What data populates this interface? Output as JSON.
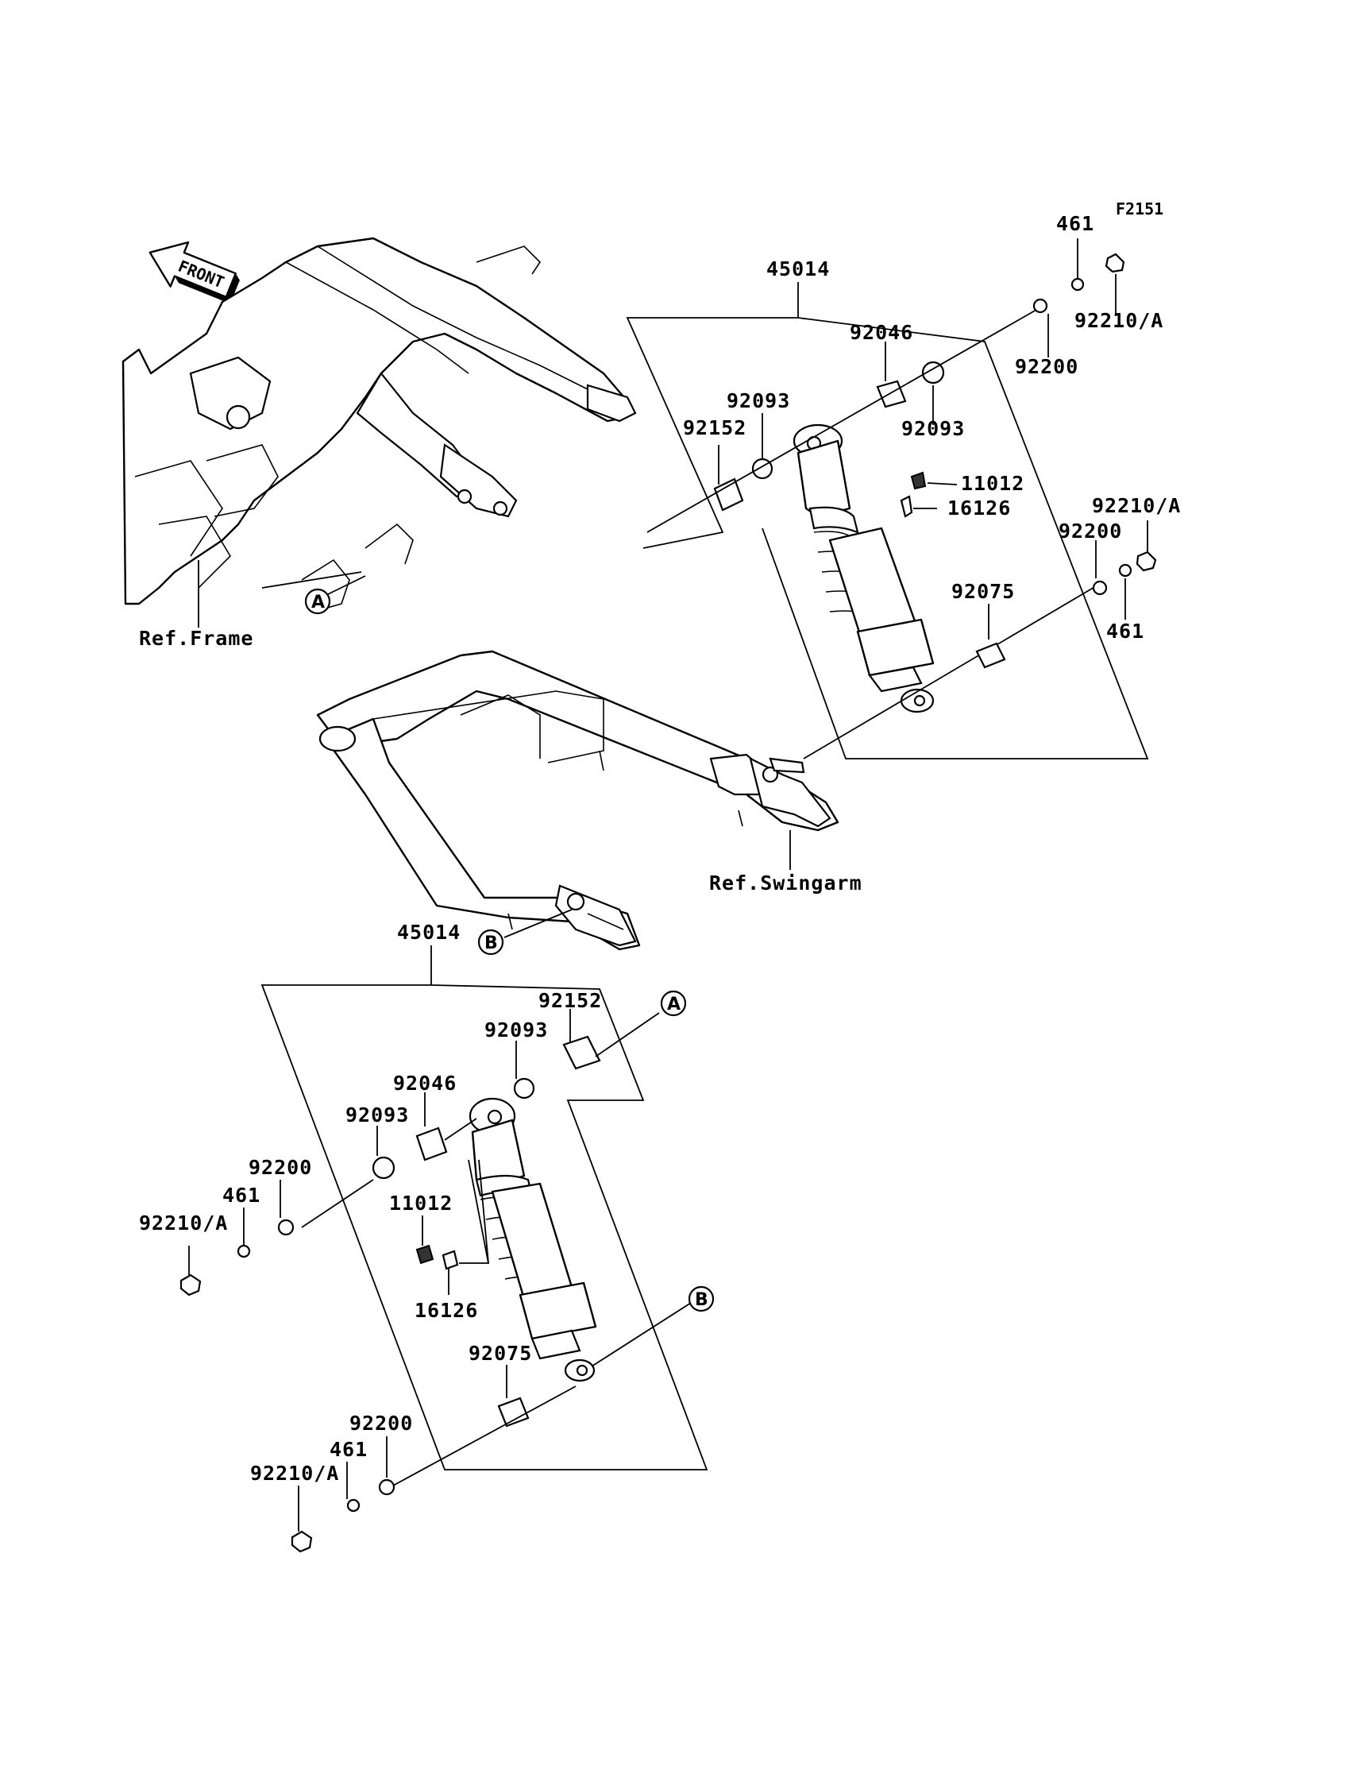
{
  "figure_code": "F2151",
  "orientation": "FRONT",
  "refs": {
    "frame": "Ref.Frame",
    "swingarm": "Ref.Swingarm"
  },
  "circle_markers": {
    "a": "A",
    "b": "B"
  },
  "top_assembly": {
    "assembly": "45014",
    "parts": {
      "p461_top": "461",
      "p92210A_top": "92210/A",
      "p92200_top": "92200",
      "p92046": "92046",
      "p92093_a": "92093",
      "p92093_b": "92093",
      "p92152": "92152",
      "p11012": "11012",
      "p16126": "16126",
      "p92210A_mid": "92210/A",
      "p92200_mid": "92200",
      "p461_mid": "461",
      "p92075": "92075"
    }
  },
  "bottom_assembly": {
    "assembly": "45014",
    "parts": {
      "p92152": "92152",
      "p92093_a": "92093",
      "p92046": "92046",
      "p92093_b": "92093",
      "p92200_top": "92200",
      "p461_top": "461",
      "p92210A_top": "92210/A",
      "p11012": "11012",
      "p16126": "16126",
      "p92075": "92075",
      "p92200_bot": "92200",
      "p461_bot": "461",
      "p92210A_bot": "92210/A"
    }
  }
}
